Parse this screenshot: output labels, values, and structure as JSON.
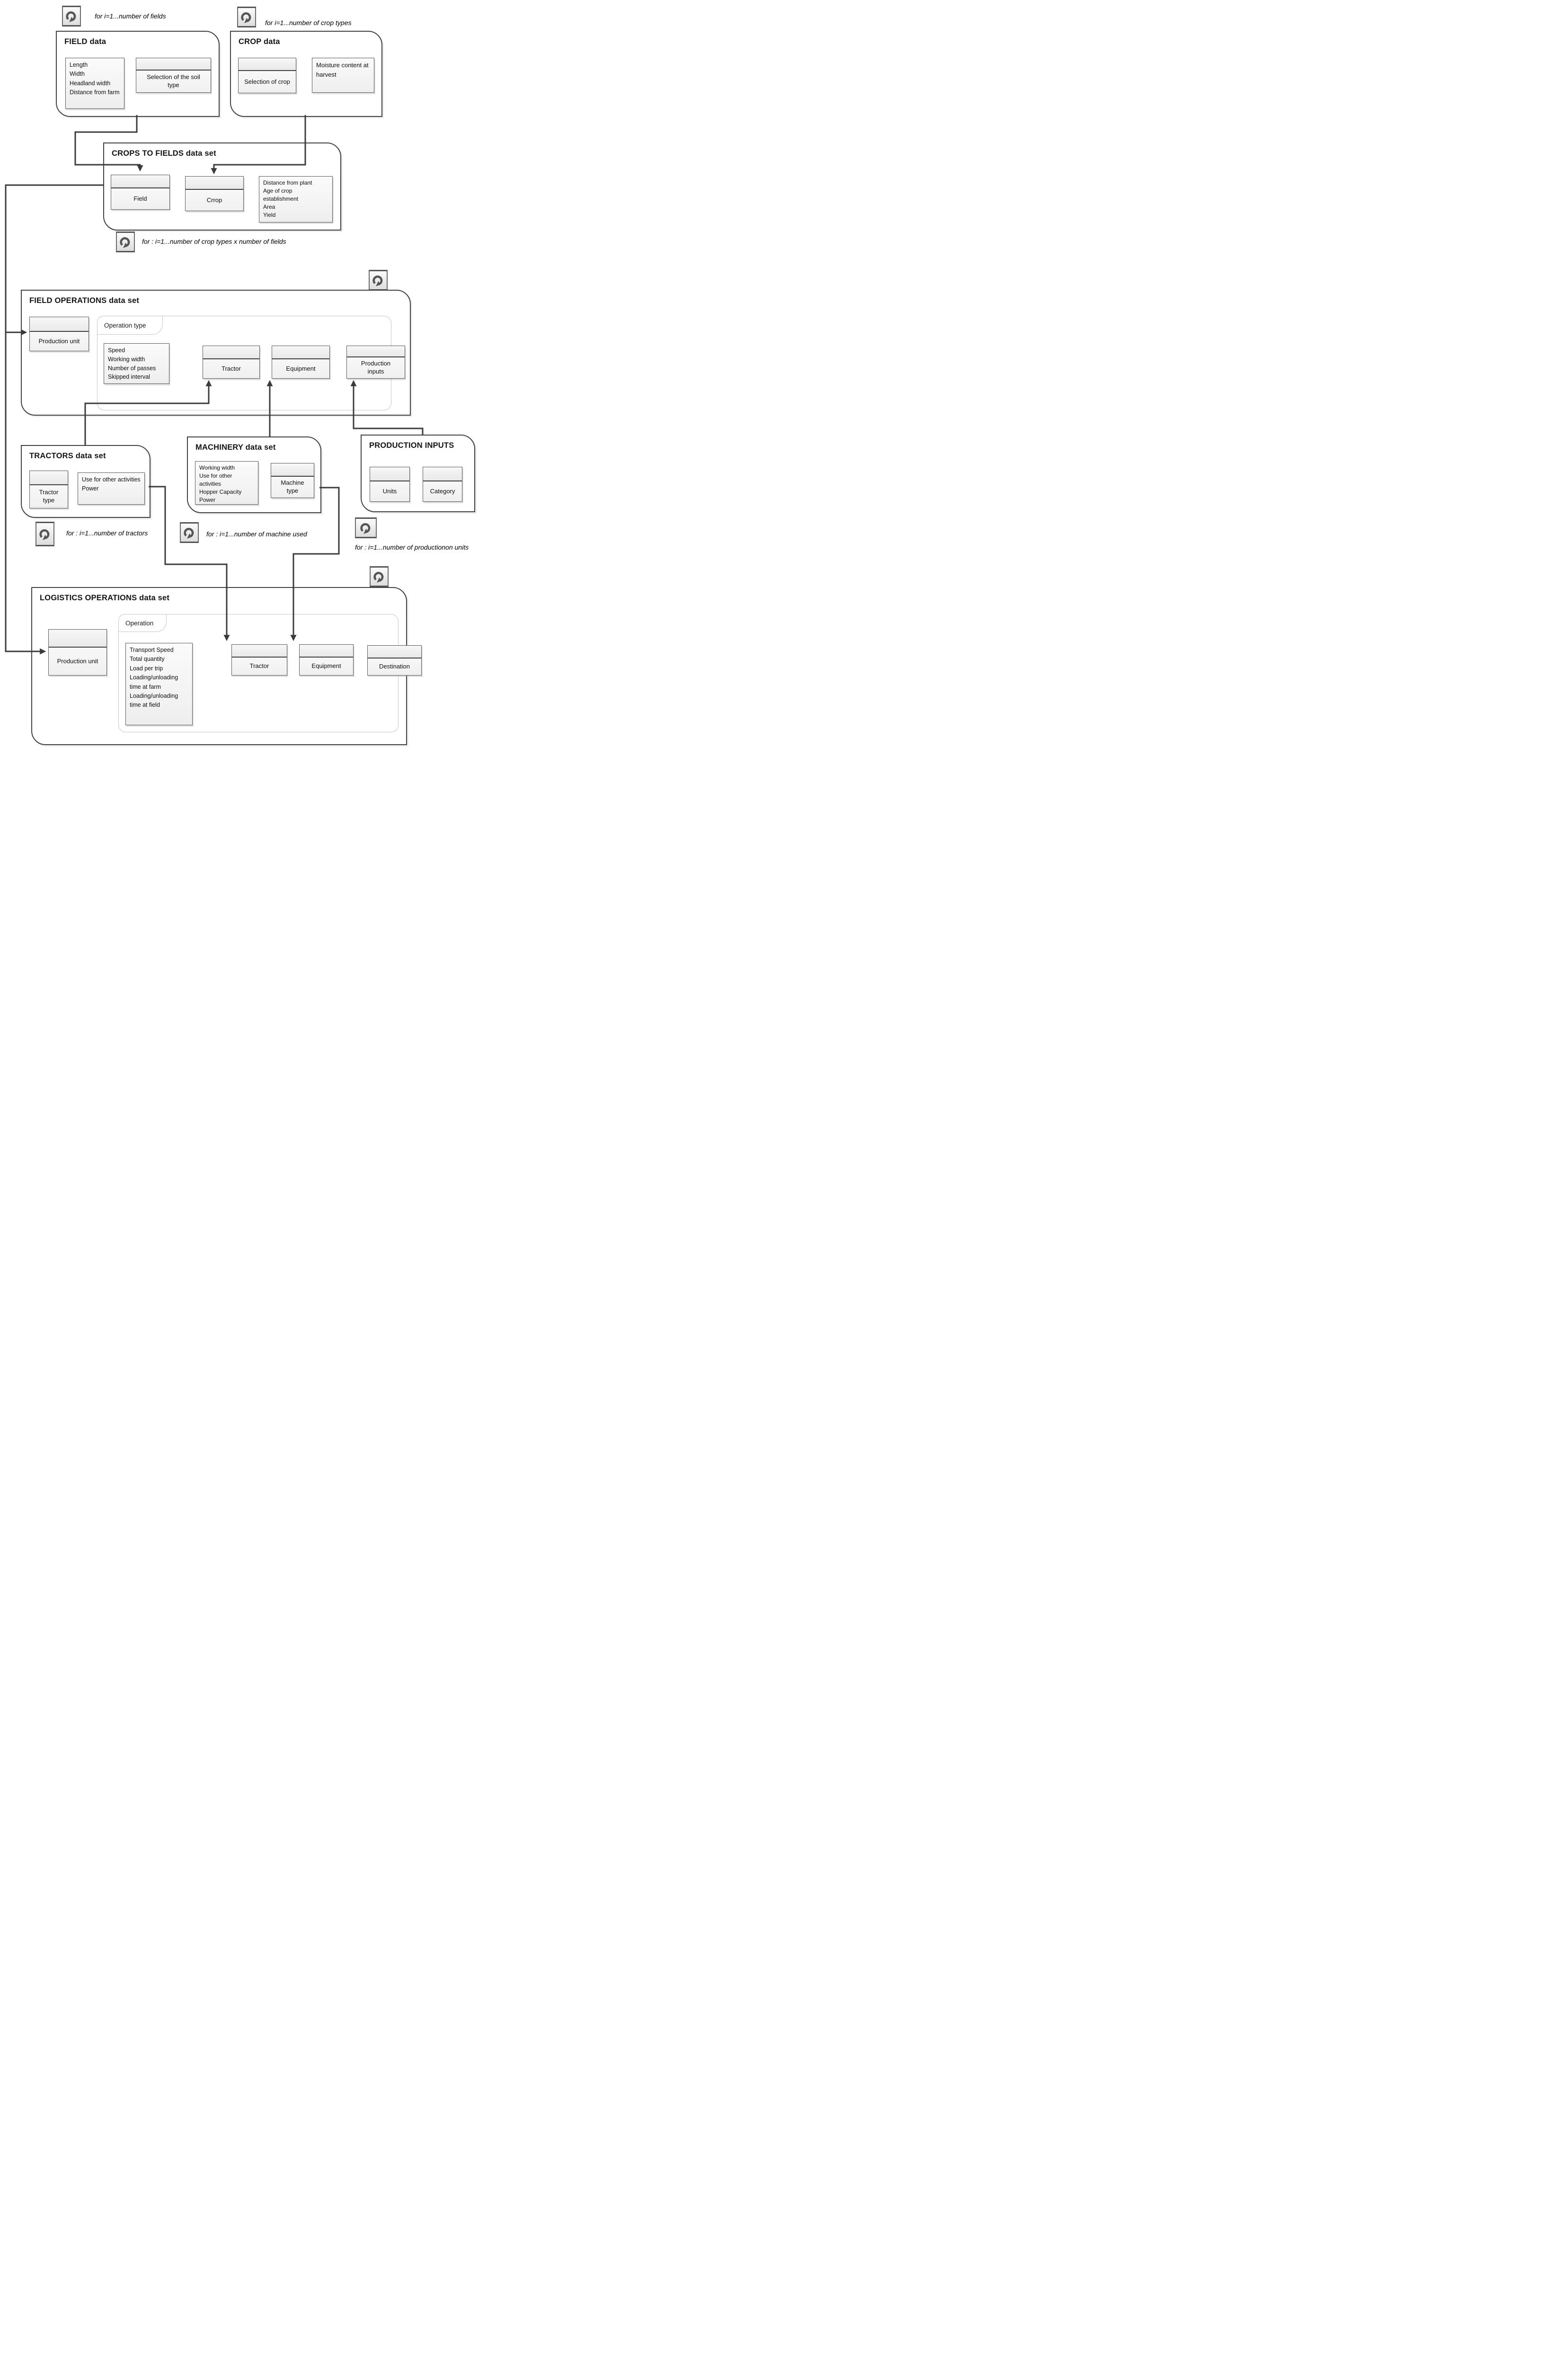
{
  "diagram_type": "data-model-flow",
  "datasets": {
    "field_data": {
      "title": "FIELD data",
      "attributes": "Length\nWidth\nHeadland width\nDistance from farm",
      "soil_type": "Selection of the soil type"
    },
    "crop_data": {
      "title": "CROP data",
      "selection_of_crop": "Selection of crop",
      "moisture": "Moisture content at harvest"
    },
    "crops_to_fields": {
      "title": "CROPS TO FIELDS data set",
      "field": "Field",
      "crop": "Crrop",
      "attributes": "Distance from plant\nAge of crop establishment\nArea\nYield"
    },
    "field_operations": {
      "title": "FIELD OPERATIONS data set",
      "production_unit": "Production unit",
      "operation_tab": "Operation type",
      "attributes": "Speed\nWorking width\nNumber of passes\nSkipped interval",
      "tractor": "Tractor",
      "equipment": "Equipment",
      "production_inputs": "Production inputs"
    },
    "tractors": {
      "title": "TRACTORS data set",
      "tractor_type": "Tractor type",
      "attributes": "Use for other activities\nPower"
    },
    "machinery": {
      "title": "MACHINERY data set",
      "attributes": "Working width\nUse for other activities\nHopper Capacity\nPower",
      "machine_type": "Machine type"
    },
    "production_inputs": {
      "title": "PRODUCTION INPUTS",
      "units": "Units",
      "category": "Category"
    },
    "logistics_operations": {
      "title": "LOGISTICS OPERATIONS data set",
      "production_unit": "Production unit",
      "operation_tab": "Operation",
      "attributes": "Transport Speed\nTotal quantity\nLoad per trip\nLoading/unloading time at farm\nLoading/unloading time at field",
      "tractor": "Tractor",
      "equipment": "Equipment",
      "destination": "Destination"
    }
  },
  "loop_labels": {
    "fields": "for i=1...number of fields",
    "crop_types": "for i=1...number of crop types",
    "crop_types_x_fields": "for : i=1...number of crop types x number of fields",
    "tractors": "for : i=1...number of tractors",
    "machines": "for : i=1...number of machine used",
    "production_units": "for : i=1...number of productionon units"
  },
  "colors": {
    "connector": "#3b3b3b",
    "dataset_border": "#414141",
    "entity_border": "#5a5a5a",
    "container_border": "#c6c6c6"
  }
}
